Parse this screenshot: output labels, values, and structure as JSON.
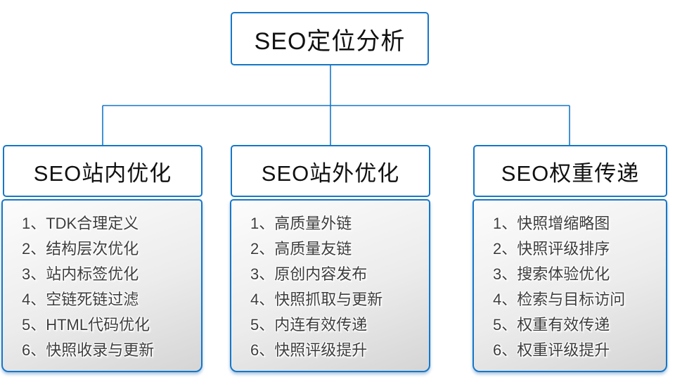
{
  "root": {
    "label": "SEO定位分析"
  },
  "columns": [
    {
      "title": "SEO站内优化",
      "items": [
        "1、TDK合理定义",
        "2、结构层次优化",
        "3、站内标签优化",
        "4、空链死链过滤",
        "5、HTML代码优化",
        "6、快照收录与更新"
      ]
    },
    {
      "title": "SEO站外优化",
      "items": [
        "1、高质量外链",
        "2、高质量友链",
        "3、原创内容发布",
        "4、快照抓取与更新",
        "5、内连有效传递",
        "6、快照评级提升"
      ]
    },
    {
      "title": "SEO权重传递",
      "items": [
        "1、快照增缩略图",
        "2、快照评级排序",
        "3、搜索体验优化",
        "4、检索与目标访问",
        "5、权重有效传递",
        "6、权重评级提升"
      ]
    }
  ],
  "colors": {
    "node_border_blue": "#1577c8",
    "connector_blue": "#1577c8",
    "list_text": "#3d3d3d",
    "panel_gradient_top": "#fcfcfc",
    "panel_gradient_bottom": "#d5d5d5"
  }
}
